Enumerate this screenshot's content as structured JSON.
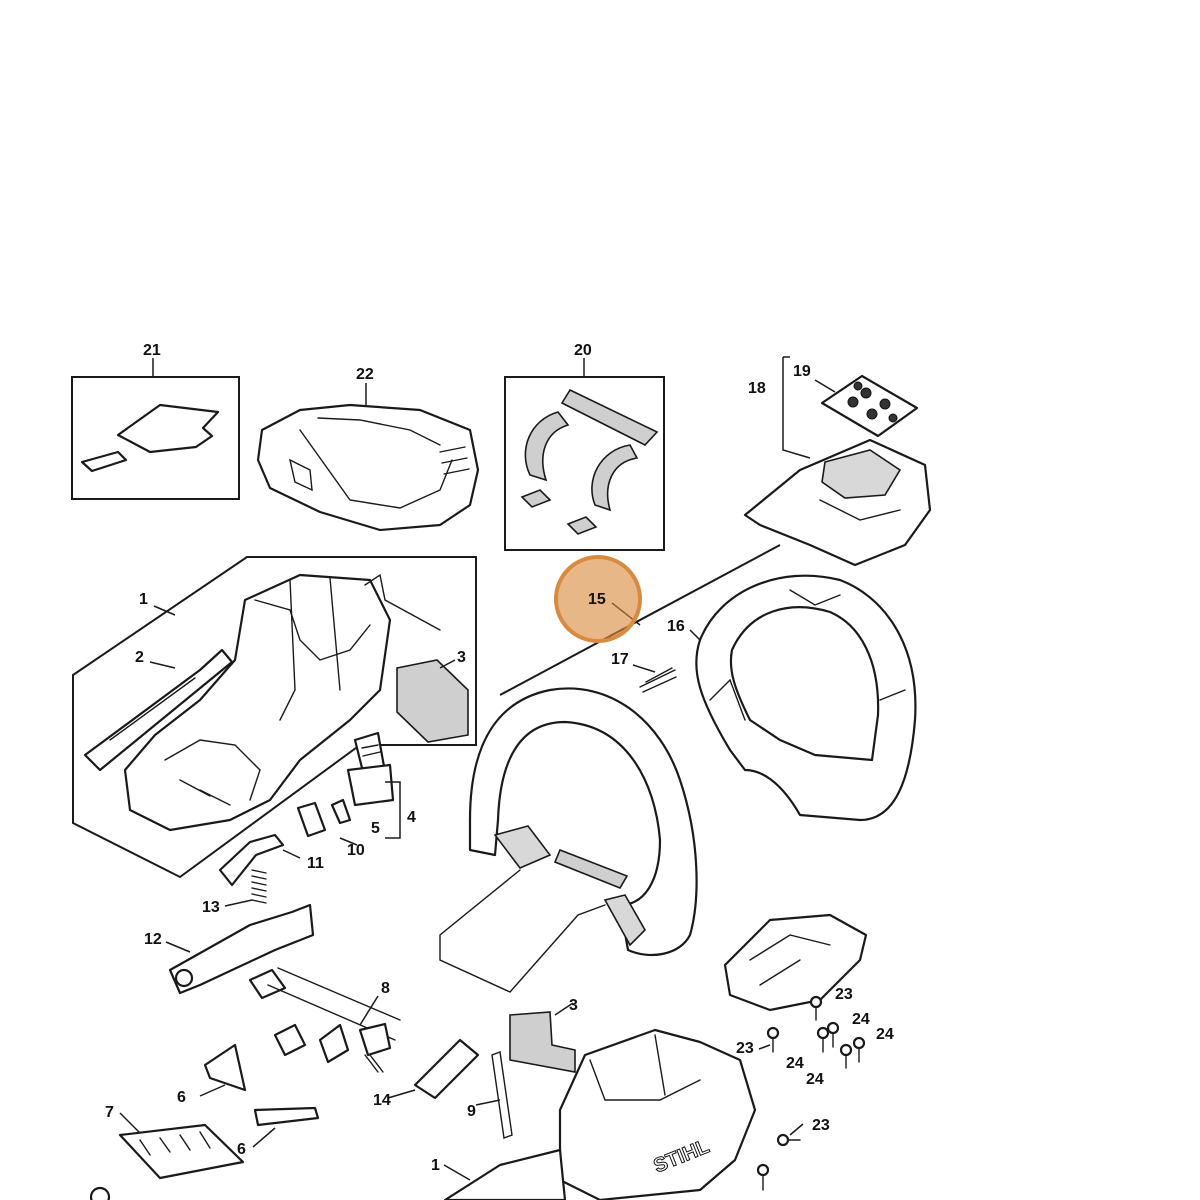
{
  "diagram": {
    "brand_mark": "STIHL",
    "highlight": {
      "label": "15",
      "color": "#d98a3d"
    },
    "callouts": {
      "c1a": "1",
      "c1b": "1",
      "c2": "2",
      "c3a": "3",
      "c3b": "3",
      "c4": "4",
      "c5": "5",
      "c6a": "6",
      "c6b": "6",
      "c7": "7",
      "c8": "8",
      "c9": "9",
      "c10": "10",
      "c11": "11",
      "c12": "12",
      "c13": "13",
      "c14": "14",
      "c15": "15",
      "c16": "16",
      "c17": "17",
      "c18": "18",
      "c19": "19",
      "c20": "20",
      "c21": "21",
      "c22": "22",
      "c23a": "23",
      "c23b": "23",
      "c23c": "23",
      "c24a": "24",
      "c24b": "24",
      "c24c": "24",
      "c24d": "24"
    }
  }
}
